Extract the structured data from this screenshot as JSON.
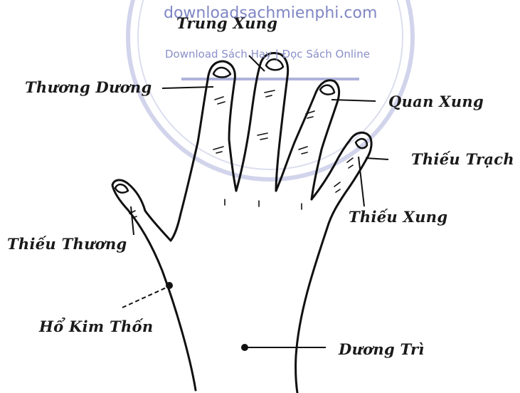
{
  "labels": {
    "trung_xung": "Trung Xung",
    "thuong_duong": "Thương Dương",
    "quan_xung": "Quan Xung",
    "thieu_trach": "Thiếu Trạch",
    "thieu_xung": "Thiếu Xung",
    "thieu_thuong": "Thiếu Thương",
    "ho_kim_thon": "Hổ Kim Thốn",
    "duong_tri": "Dương Trì"
  },
  "watermark": {
    "site": "downloadsachmienphi.com",
    "tagline": "Download Sách Hay | Đọc Sách Online",
    "color": "#7f86c4"
  }
}
